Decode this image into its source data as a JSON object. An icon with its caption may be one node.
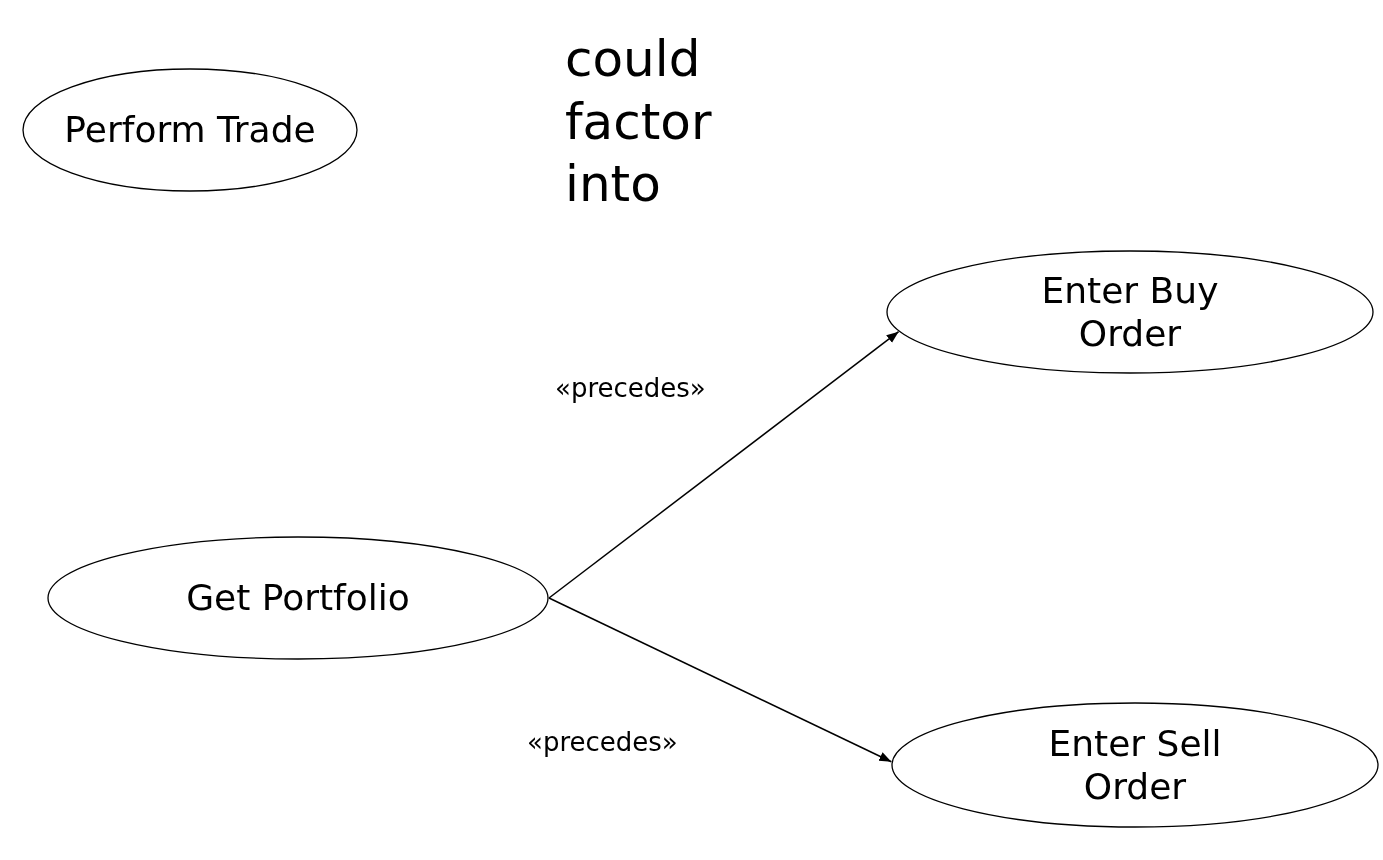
{
  "diagram": {
    "nodes": [
      {
        "text": [
          "Perform Trade"
        ]
      },
      {
        "text": [
          "Enter Buy Order"
        ]
      },
      {
        "text": [
          "Get Portfolio"
        ]
      },
      {
        "text": [
          "Enter Sell Order"
        ]
      }
    ],
    "edges": [
      {
        "from": 2,
        "to": 1,
        "arrow": "to",
        "label": "«precedes»"
      },
      {
        "from": 2,
        "to": 3,
        "arrow": "to",
        "label": "«precedes»"
      }
    ],
    "labels": [
      "could factor into"
    ]
  }
}
